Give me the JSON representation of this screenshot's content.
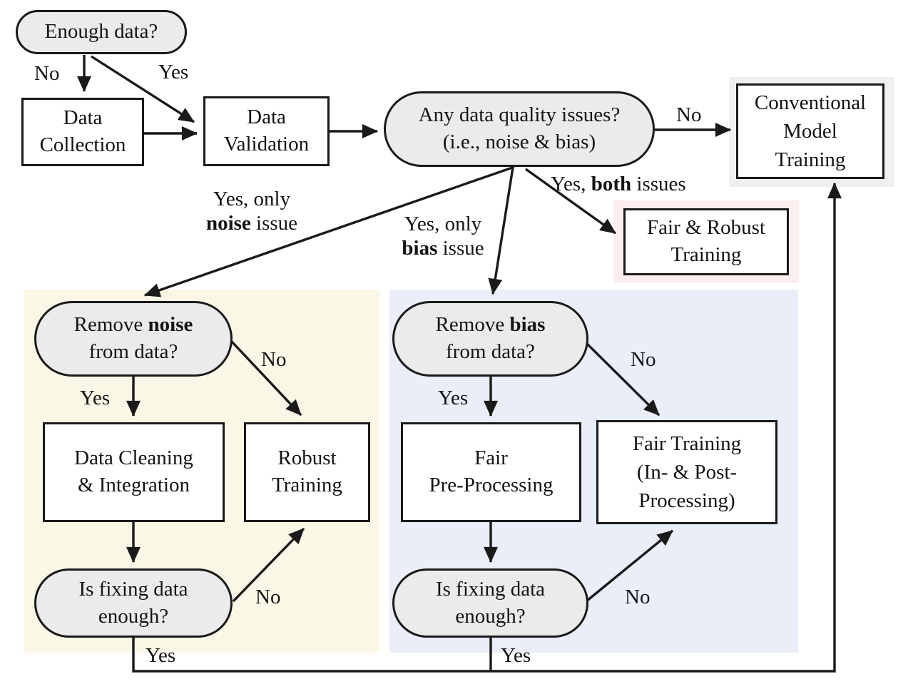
{
  "title": "Data quality decision flowchart",
  "colors": {
    "stroke": "#1a1a1a",
    "decision_fill": "#ebebeb",
    "process_fill": "#ffffff",
    "noise_panel": "#fbf7e6",
    "bias_panel": "#eaeef9",
    "both_panel": "#fdeeee",
    "conventional_panel": "#f2f0ef"
  },
  "nodes": {
    "enough_data": {
      "line1": "Enough data?"
    },
    "data_collection": {
      "line1": "Data",
      "line2": "Collection"
    },
    "data_validation": {
      "line1": "Data",
      "line2": "Validation"
    },
    "quality_issues": {
      "line1": "Any data quality issues?",
      "line2": "(i.e., noise & bias)"
    },
    "conventional": {
      "line1": "Conventional",
      "line2": "Model",
      "line3": "Training"
    },
    "fair_robust": {
      "line1": "Fair & Robust",
      "line2": "Training"
    },
    "remove_noise": {
      "l1a": "Remove ",
      "l1b": "noise",
      "line2": "from data?"
    },
    "data_cleaning": {
      "line1": "Data Cleaning",
      "line2": "& Integration"
    },
    "robust_training": {
      "line1": "Robust",
      "line2": "Training"
    },
    "is_fixing_left": {
      "line1": "Is fixing data",
      "line2": "enough?"
    },
    "remove_bias": {
      "l1a": "Remove ",
      "l1b": "bias",
      "line2": "from data?"
    },
    "fair_pre": {
      "line1": "Fair",
      "line2": "Pre-Processing"
    },
    "fair_training": {
      "line1": "Fair Training",
      "line2": "(In- & Post-",
      "line3": "Processing)"
    },
    "is_fixing_right": {
      "line1": "Is fixing data",
      "line2": "enough?"
    }
  },
  "edge_labels": {
    "enough_no": "No",
    "enough_yes": "Yes",
    "quality_no": "No",
    "both_pre": "Yes, ",
    "both_bold": "both",
    "both_post": " issues",
    "only_noise_l1": "Yes, only",
    "only_noise_bold": "noise",
    "only_noise_post": " issue",
    "only_bias_l1": "Yes, only",
    "only_bias_bold": "bias",
    "only_bias_post": " issue",
    "noise_yes": "Yes",
    "noise_no": "No",
    "fix_left_no": "No",
    "fix_left_yes": "Yes",
    "bias_yes": "Yes",
    "bias_no": "No",
    "fix_right_no": "No",
    "fix_right_yes": "Yes"
  }
}
